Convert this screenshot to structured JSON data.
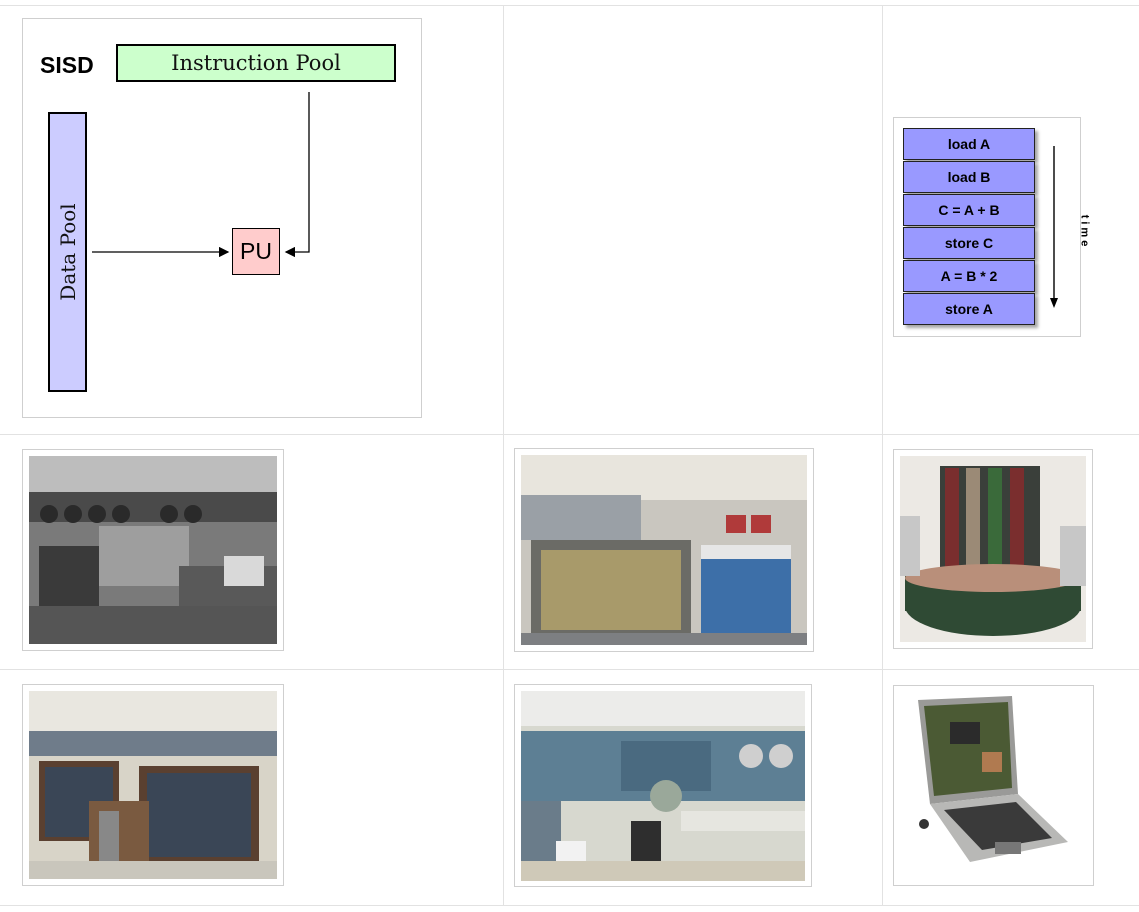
{
  "sisd_diagram": {
    "label": "SISD",
    "instruction_pool": "Instruction Pool",
    "data_pool": "Data Pool",
    "processing_unit": "PU",
    "colors": {
      "instruction_pool": "#ccffcc",
      "data_pool": "#ccccff",
      "processing_unit": "#ffcccc"
    }
  },
  "instruction_sequence": {
    "steps": [
      "load A",
      "load B",
      "C = A + B",
      "store C",
      "A = B * 2",
      "store A"
    ],
    "time_label": "time",
    "color": "#9999ff"
  },
  "photos": [
    {
      "name": "vintage-mainframe-operator-photo",
      "tone": "grayscale"
    },
    {
      "name": "mainframe-console-photo",
      "tone": "color"
    },
    {
      "name": "cray-supercomputer-photo",
      "tone": "color"
    },
    {
      "name": "computer-room-cabinets-photo",
      "tone": "color"
    },
    {
      "name": "computer-lab-photo",
      "tone": "color"
    },
    {
      "name": "laptop-photo",
      "tone": "color"
    }
  ]
}
